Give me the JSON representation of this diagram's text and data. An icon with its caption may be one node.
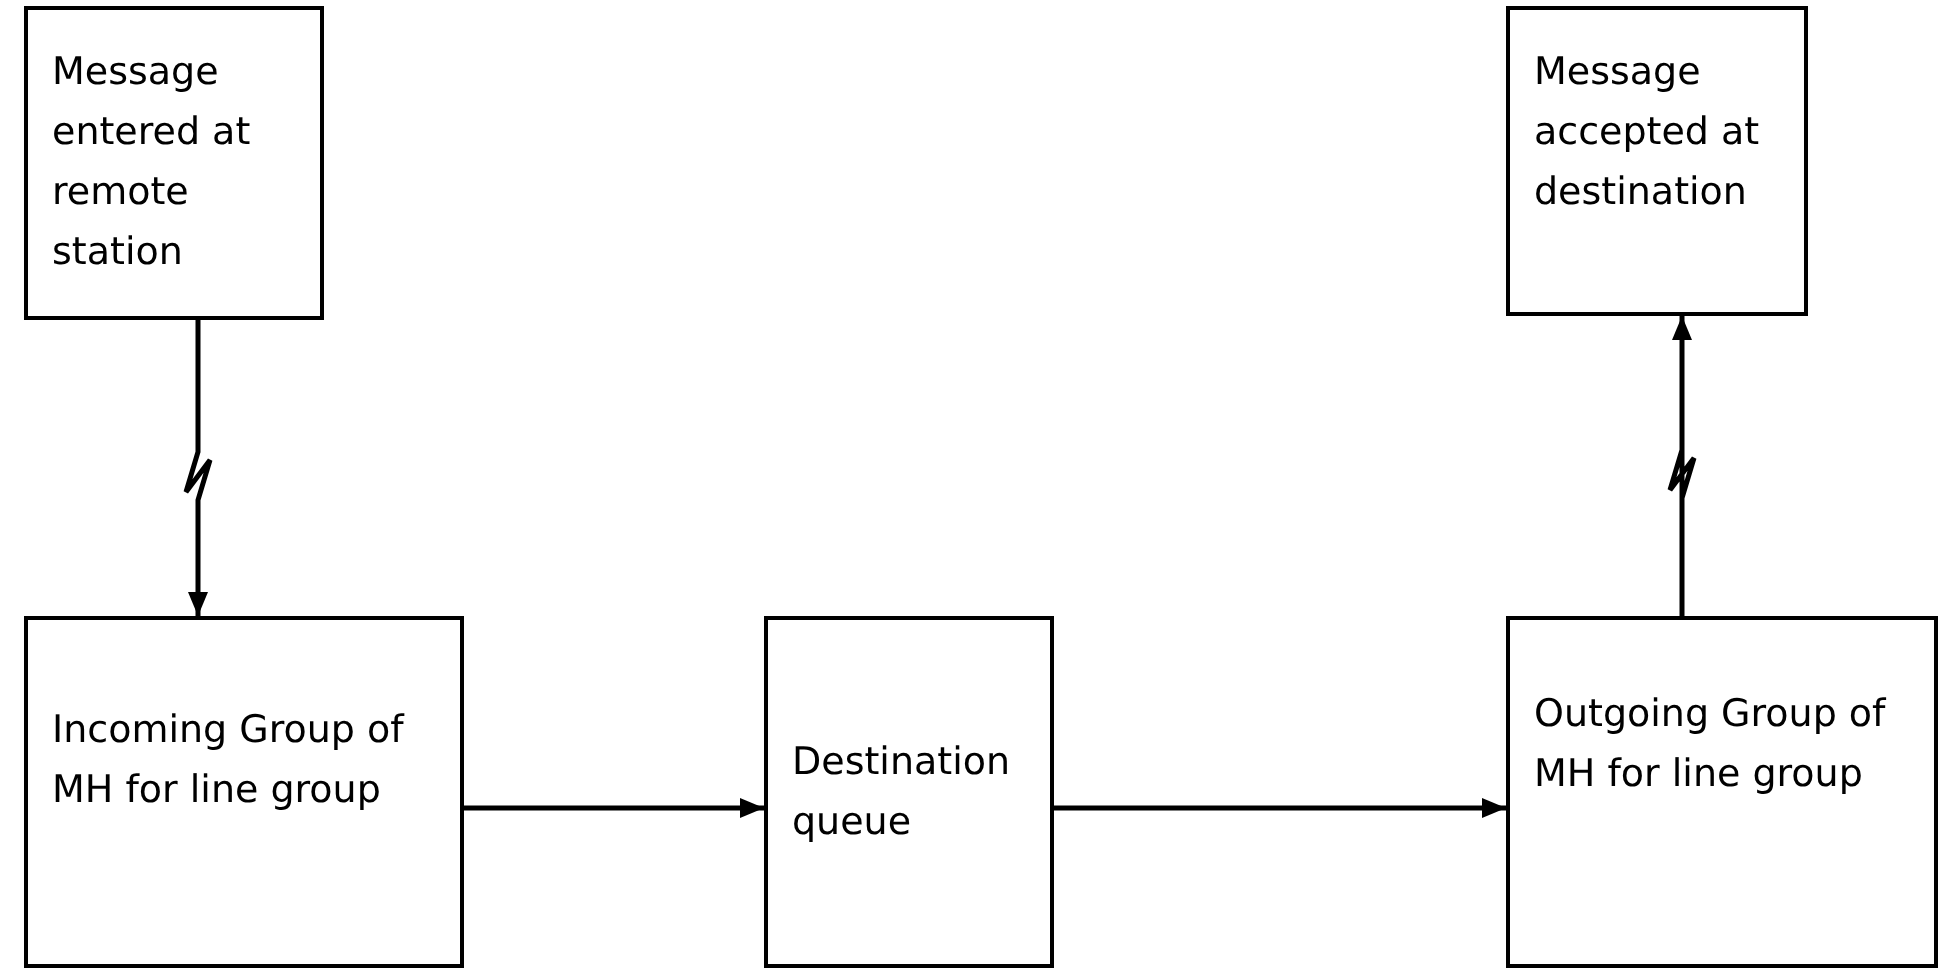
{
  "diagram": {
    "nodes": [
      {
        "text": [
          "Message entered at remote station"
        ]
      },
      {
        "text": [
          "Message accepted at destination"
        ]
      },
      {
        "text": [
          "Incoming Group of MH for line group"
        ]
      },
      {
        "text": [
          "Destination queue"
        ]
      },
      {
        "text": [
          "Outgoing Group of MH for line group"
        ]
      }
    ],
    "edges": [
      {
        "from": 0,
        "to": 2,
        "arrow": "to"
      },
      {
        "from": 2,
        "to": 3,
        "arrow": "to"
      },
      {
        "from": 3,
        "to": 4,
        "arrow": "to"
      },
      {
        "from": 4,
        "to": 1,
        "arrow": "to"
      }
    ]
  }
}
